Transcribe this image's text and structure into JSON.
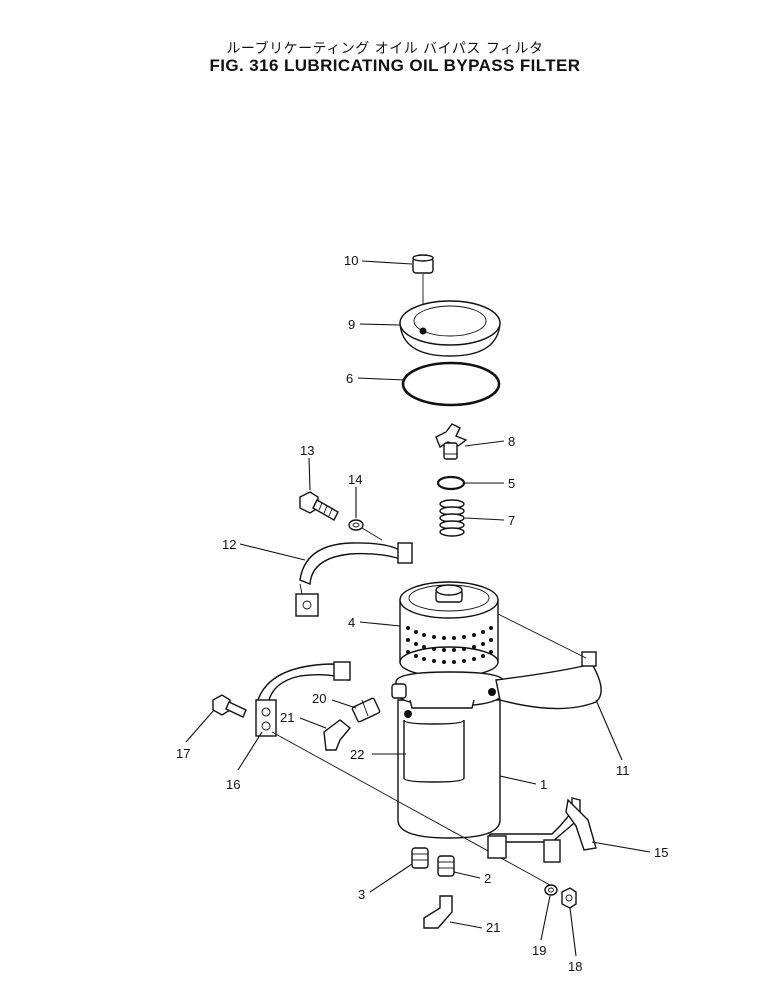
{
  "title_jp": "ルーブリケーティング オイル バイパス フィルタ",
  "title_en": "FIG. 316  LUBRICATING OIL BYPASS FILTER",
  "callouts": [
    "10",
    "9",
    "6",
    "8",
    "5",
    "7",
    "13",
    "14",
    "12",
    "4",
    "20",
    "21",
    "17",
    "16",
    "22",
    "1",
    "11",
    "15",
    "3",
    "2",
    "21",
    "19",
    "18"
  ]
}
